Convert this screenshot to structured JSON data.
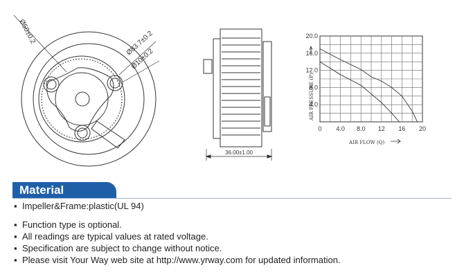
{
  "front_view": {
    "dim_outer": "Ø50±0.2",
    "dim_frame": "Ø83.7±0.2",
    "dim_hub": "Ø10±0.2"
  },
  "side_view": {
    "dim_width": "36.00±1.00"
  },
  "chart_data": {
    "type": "line",
    "xlabel": "AIR FLOW (Q)",
    "ylabel": "AIR PRESSURE (P)",
    "x_ticks": [
      "0",
      "4.0",
      "8.0",
      "12",
      "16",
      "20"
    ],
    "y_ticks": [
      "4.0",
      "8.0",
      "12.0",
      "16.0",
      "20.0"
    ],
    "xlim": [
      0,
      20
    ],
    "ylim": [
      0,
      20
    ],
    "grid": true,
    "series": [
      {
        "x": [
          0,
          4,
          8,
          10,
          12,
          14,
          16,
          18,
          19
        ],
        "y": [
          17,
          14.5,
          12.2,
          10.5,
          9.5,
          8,
          6,
          2.5,
          0
        ]
      },
      {
        "x": [
          0,
          4,
          8,
          10,
          12,
          14,
          15.5
        ],
        "y": [
          14,
          11,
          8.5,
          6.5,
          4.5,
          2,
          0
        ]
      }
    ]
  },
  "material": {
    "title": "Material",
    "items": [
      "Impeller&Frame:plastic(UL 94)"
    ]
  },
  "notes": [
    "Function type is optional.",
    "All readings are typical values at rated voltage.",
    "Specification are subject to change without notice.",
    "Please visit Your Way web site at http://www.yrway.com for updated information."
  ],
  "bullet": "▪"
}
